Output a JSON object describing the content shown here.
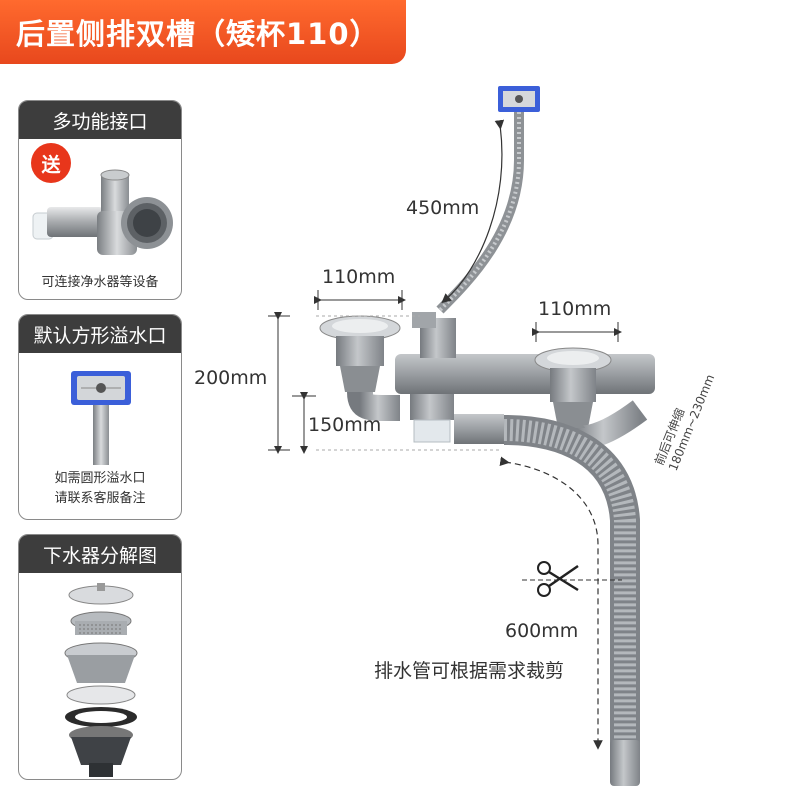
{
  "title": "后置侧排双槽（矮杯110）",
  "cards": {
    "interface": {
      "header": "多功能接口",
      "badge": "送",
      "caption": "可连接净水器等设备"
    },
    "overflow": {
      "header": "默认方形溢水口",
      "caption_line1": "如需圆形溢水口",
      "caption_line2": "请联系客服备注"
    },
    "exploded": {
      "header": "下水器分解图"
    }
  },
  "dimensions": {
    "overflow_hose": "450mm",
    "left_width": "110mm",
    "right_width": "110mm",
    "total_height": "200mm",
    "cup_height": "150mm",
    "drain_length": "600mm",
    "extension_line1": "前后可伸缩",
    "extension_line2": "180mm~230mm",
    "cut_note": "排水管可根据需求裁剪"
  },
  "colors": {
    "banner": "#e8481d",
    "header": "#3d3d3d",
    "badge": "#e8361b",
    "overflow_blue": "#3b5fd9",
    "pipe": "#9a9da2"
  }
}
